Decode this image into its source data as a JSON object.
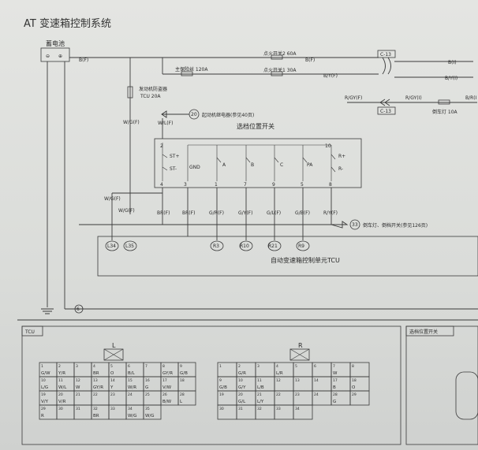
{
  "title": "AT 变速箱控制系统",
  "battery": {
    "label": "蓄电池",
    "minus": "⊖",
    "plus": "⊕"
  },
  "fuses": {
    "main": "主保险丝 120A",
    "ign2": "点火开关2 60A",
    "ign1": "点火开关1 30A",
    "reverse": "倒车灯 10A",
    "immobilizer_name": "发动机防盗器",
    "immobilizer_rating": "TCU 20A"
  },
  "wires": {
    "battery_out": "B(F)",
    "b_f": "B(F)",
    "b_y_f": "B/Y(F)",
    "b_i": "B(I)",
    "b_y_i": "B/Y(I)",
    "r_gy_f": "R/GY(F)",
    "r_gy_i": "R/GY(I)",
    "b_ri": "B/R(I",
    "w_g_f": "W/G(F)",
    "w_l_f": "W/L(F)",
    "br_f": "BR(F)",
    "g_r_f": "G/R(F)",
    "g_y_f": "G/Y(F)",
    "g_l_f": "G/L(F)",
    "g_b_f": "G/B(F)",
    "r_y_f": "R/Y(F)"
  },
  "connectors": {
    "c13": "C-13"
  },
  "refs": {
    "starter_num": "20",
    "starter_text": "起动机继电器(参见40页)",
    "reverse_num": "33",
    "reverse_text": "倒车灯、倒档开关(参见126页)",
    "ground_num": "6"
  },
  "shift_switch": {
    "title": "选档位置开关",
    "st_plus": "ST+",
    "st_minus": "ST-",
    "gnd": "GND",
    "a": "A",
    "b": "B",
    "c": "C",
    "pa": "PA",
    "r_plus": "R+",
    "r_minus": "R-",
    "pins": {
      "p2": "2",
      "p10": "10",
      "p4": "4",
      "p3": "3",
      "p1": "1",
      "p7": "7",
      "p9": "9",
      "p5": "5",
      "p8": "8"
    }
  },
  "tcu": {
    "title": "自动变速箱控制单元TCU",
    "terminals": {
      "l34": "L34",
      "l35": "L35",
      "r3": "R3",
      "r10": "R10",
      "r21": "R21",
      "r9": "R9"
    }
  },
  "connector_view": {
    "tcu_label": "TCU",
    "switch_label": "选档位置开关",
    "l_label": "L",
    "r_label": "R",
    "l_cells": [
      [
        "1",
        "G/W"
      ],
      [
        "2",
        "Y/R"
      ],
      [
        "3",
        ""
      ],
      [
        "4",
        "BR"
      ],
      [
        "5",
        "O"
      ],
      [
        "6",
        "B/L"
      ],
      [
        "7",
        ""
      ],
      [
        "8",
        "GY/R"
      ],
      [
        "9",
        "G/B"
      ],
      [
        "10",
        "L/G"
      ],
      [
        "11",
        "W/L"
      ],
      [
        "12",
        "W"
      ],
      [
        "13",
        "GY/R"
      ],
      [
        "14",
        "Y"
      ],
      [
        "15",
        "W/R"
      ],
      [
        "16",
        "G"
      ],
      [
        "17",
        "V/W"
      ],
      [
        "18",
        ""
      ],
      [
        "19",
        "V/Y"
      ],
      [
        "20",
        "V/R"
      ],
      [
        "21",
        ""
      ],
      [
        "22",
        ""
      ],
      [
        "23",
        ""
      ],
      [
        "24",
        ""
      ],
      [
        "25",
        ""
      ],
      [
        "26",
        "B/W"
      ],
      [
        "28",
        "L"
      ],
      [
        "29",
        "R"
      ],
      [
        "30",
        ""
      ],
      [
        "31",
        ""
      ],
      [
        "32",
        "BR"
      ],
      [
        "33",
        ""
      ],
      [
        "34",
        "W/G"
      ],
      [
        "35",
        "W/G"
      ]
    ],
    "r_cells": [
      [
        "1",
        ""
      ],
      [
        "2",
        "G/R"
      ],
      [
        "3",
        ""
      ],
      [
        "4",
        "L/R"
      ],
      [
        "5",
        ""
      ],
      [
        "6",
        ""
      ],
      [
        "7",
        "W"
      ],
      [
        "8",
        ""
      ],
      [
        "9",
        "G/B"
      ],
      [
        "10",
        "G/Y"
      ],
      [
        "11",
        "L/B"
      ],
      [
        "12",
        ""
      ],
      [
        "13",
        ""
      ],
      [
        "14",
        ""
      ],
      [
        "17",
        "B"
      ],
      [
        "18",
        "O"
      ],
      [
        "19",
        ""
      ],
      [
        "20",
        "G/L"
      ],
      [
        "21",
        "L/Y"
      ],
      [
        "22",
        ""
      ],
      [
        "23",
        ""
      ],
      [
        "24",
        ""
      ],
      [
        "28",
        "G"
      ],
      [
        "29",
        ""
      ],
      [
        "30",
        ""
      ],
      [
        "31",
        ""
      ],
      [
        "32",
        ""
      ],
      [
        "33",
        ""
      ],
      [
        "34",
        ""
      ]
    ]
  }
}
